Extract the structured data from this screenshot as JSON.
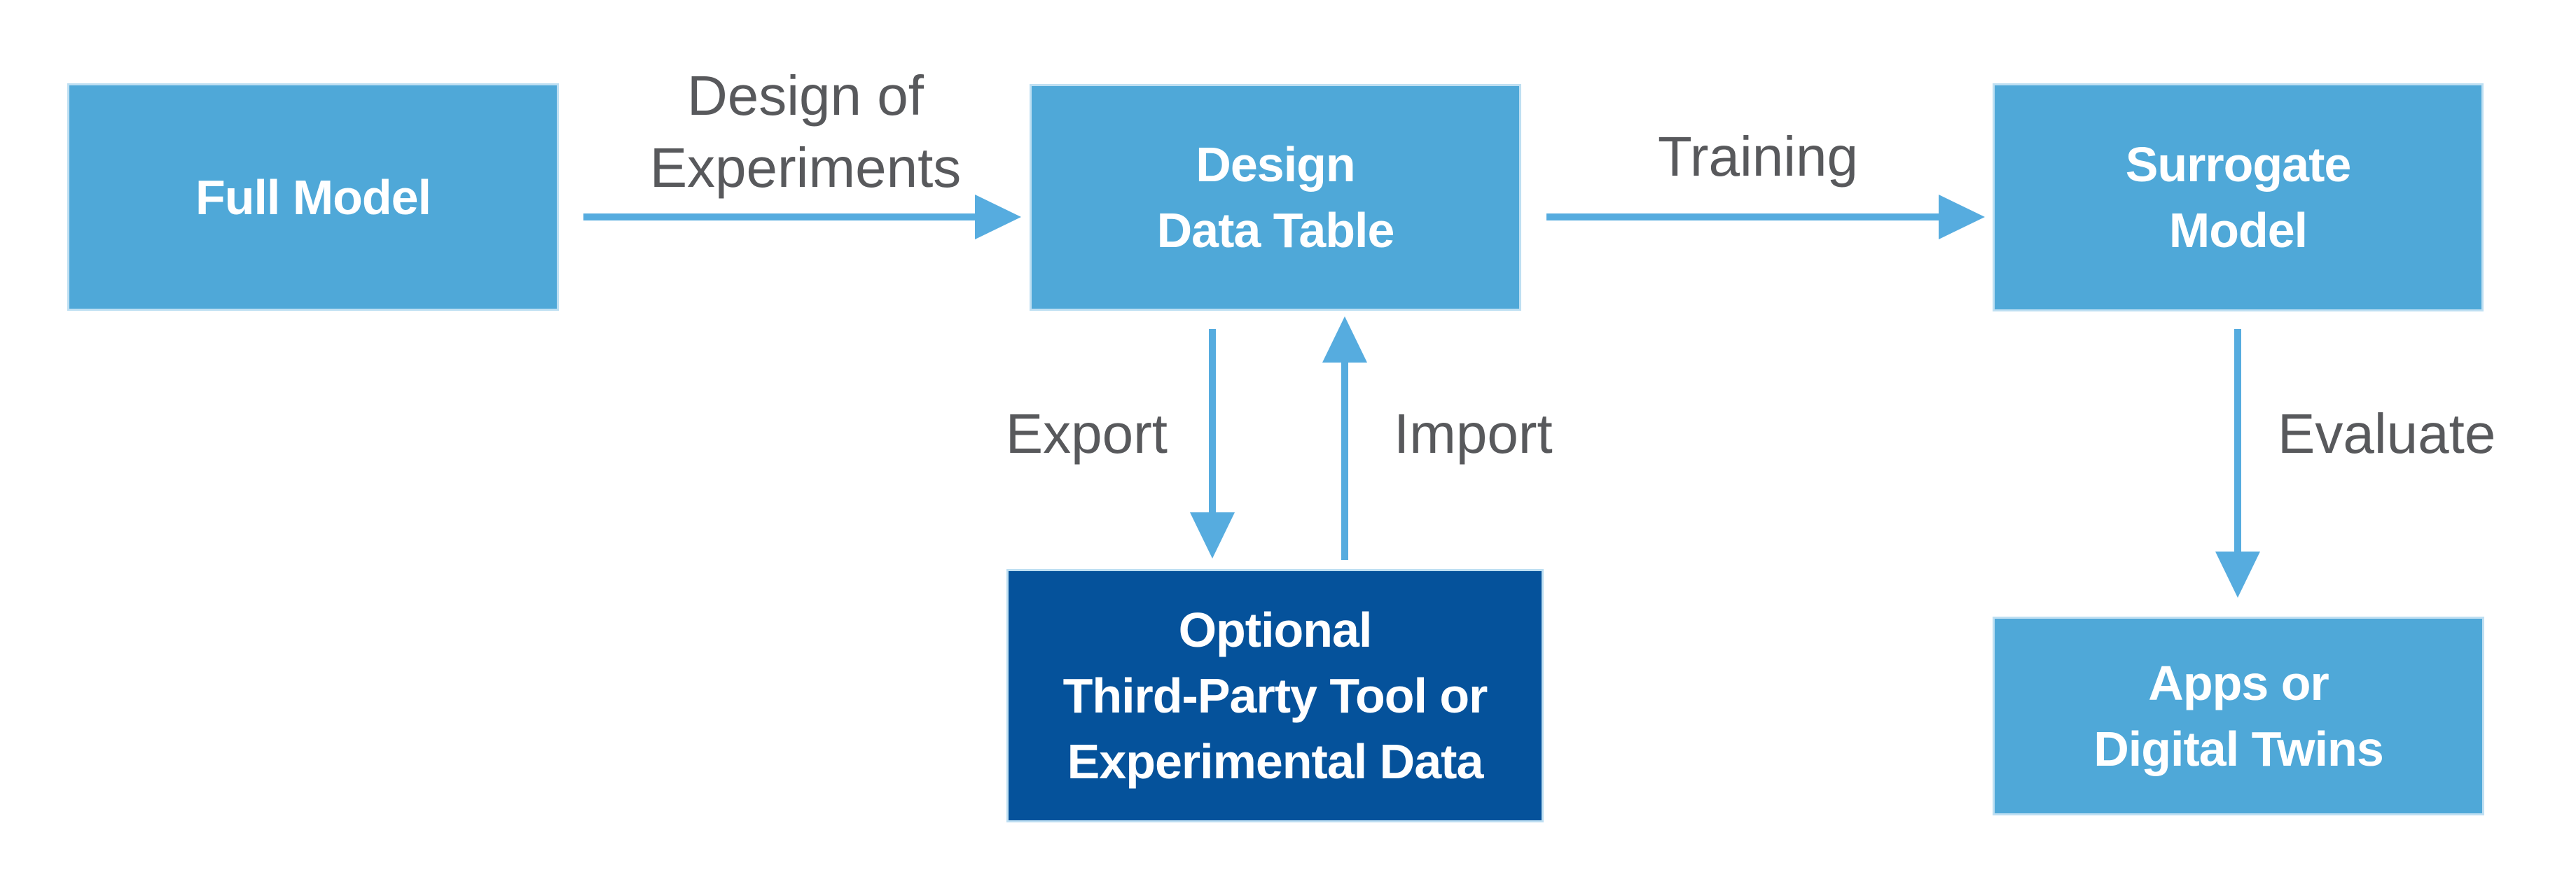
{
  "nodes": {
    "full_model": {
      "lines": [
        "Full Model"
      ]
    },
    "design_data_table": {
      "lines": [
        "Design",
        "Data Table"
      ]
    },
    "surrogate_model": {
      "lines": [
        "Surrogate",
        "Model"
      ]
    },
    "optional_tool": {
      "lines": [
        "Optional",
        "Third-Party Tool or",
        "Experimental Data"
      ]
    },
    "apps_digital_twins": {
      "lines": [
        "Apps or",
        "Digital Twins"
      ]
    }
  },
  "edges": {
    "design_of_experiments": {
      "label_lines": [
        "Design of",
        "Experiments"
      ],
      "direction": "right",
      "from": "Full Model",
      "to": "Design Data Table"
    },
    "training": {
      "label_lines": [
        "Training"
      ],
      "direction": "right",
      "from": "Design Data Table",
      "to": "Surrogate Model"
    },
    "export": {
      "label_lines": [
        "Export"
      ],
      "direction": "down",
      "from": "Design Data Table",
      "to": "Optional Third-Party Tool or Experimental Data"
    },
    "import": {
      "label_lines": [
        "Import"
      ],
      "direction": "up",
      "from": "Optional Third-Party Tool or Experimental Data",
      "to": "Design Data Table"
    },
    "evaluate": {
      "label_lines": [
        "Evaluate"
      ],
      "direction": "down",
      "from": "Surrogate Model",
      "to": "Apps or Digital Twins"
    }
  },
  "colors": {
    "node_light_blue": "#4FA8D8",
    "node_dark_blue": "#05529B",
    "arrow_blue": "#56ACDF",
    "label_gray": "#58595C",
    "node_text_white": "#FFFFFF"
  }
}
